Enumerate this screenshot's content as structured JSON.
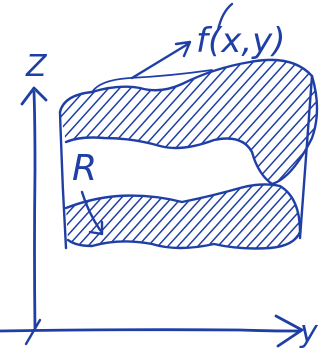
{
  "ink_color": "#1f3fa6",
  "labels": {
    "z_axis": "Z",
    "y_axis": "y",
    "function": "f(x,y)",
    "region": "R"
  }
}
